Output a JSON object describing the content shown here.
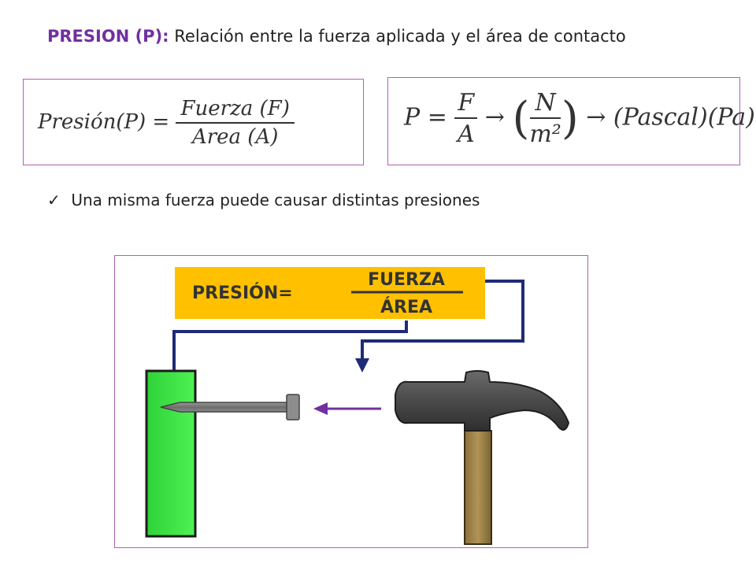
{
  "header": {
    "lead": "PRESION (P):",
    "text": "Relación entre la fuerza aplicada y el área de contacto"
  },
  "formula1": {
    "lhs": "Presión(P) =",
    "numerator": "Fuerza (F)",
    "denominator": "Area (A)"
  },
  "formula2": {
    "lhs": "P =",
    "numerator": "F",
    "denominator": "A",
    "arrow": "→",
    "unit_numerator": "N",
    "unit_denominator": "m²",
    "result": "(Pascal)(Pa)"
  },
  "bullet": {
    "check": "✓",
    "text": "Una misma fuerza puede causar distintas presiones"
  },
  "illustration": {
    "label_lhs": "PRESIÓN=",
    "label_numerator": "FUERZA",
    "label_denominator": "ÁREA",
    "colors": {
      "banner": "#ffc000",
      "arrow_navy": "#1f2a78",
      "arrow_purple": "#7030a0",
      "board": "#33d63a",
      "handle": "#a0834a",
      "head": "#555555"
    }
  }
}
